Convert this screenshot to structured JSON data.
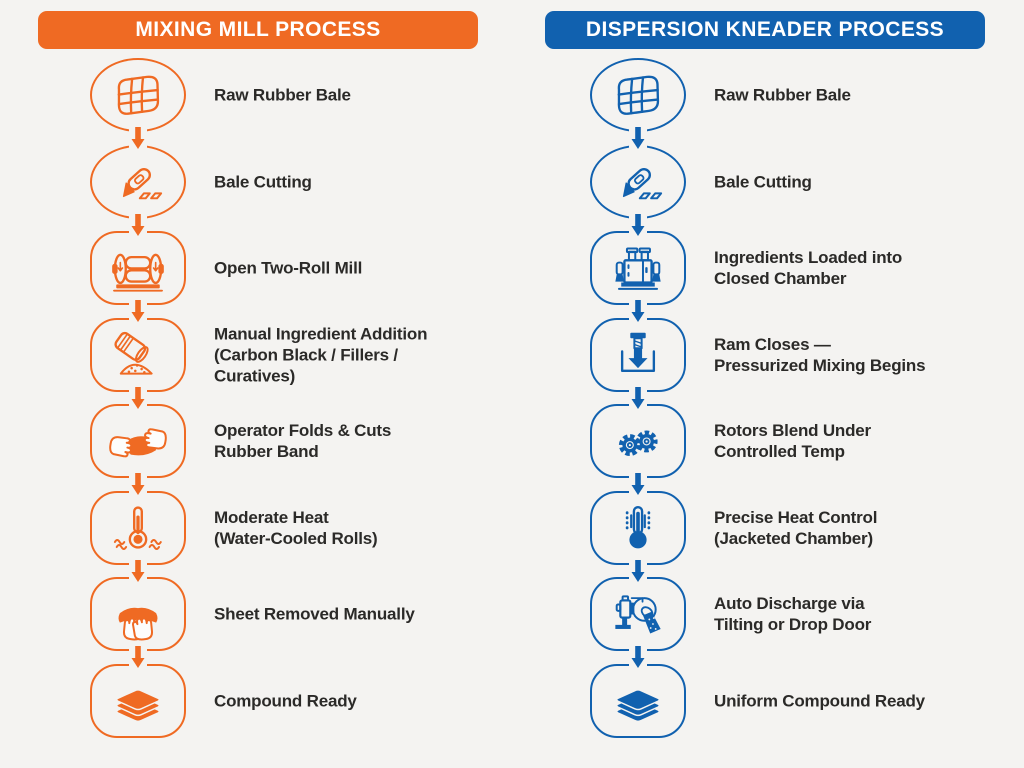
{
  "page": {
    "background_color": "#f4f3f1",
    "text_color": "#2b2a28"
  },
  "columns": [
    {
      "title": "MIXING MILL PROCESS",
      "accent_color": "#ef6a23",
      "steps": [
        {
          "icon": "rubber-bale-icon",
          "lines": [
            "Raw Rubber Bale"
          ]
        },
        {
          "icon": "bale-cutter-icon",
          "lines": [
            "Bale Cutting"
          ]
        },
        {
          "icon": "two-roll-mill-icon",
          "lines": [
            "Open Two-Roll Mill"
          ]
        },
        {
          "icon": "ingredient-pour-icon",
          "lines": [
            "Manual Ingredient Addition",
            "(Carbon Black / Fillers / Curatives)"
          ]
        },
        {
          "icon": "hands-fold-icon",
          "lines": [
            "Operator Folds & Cuts",
            "Rubber Band"
          ]
        },
        {
          "icon": "thermometer-waves-icon",
          "lines": [
            "Moderate Heat",
            "(Water-Cooled Rolls)"
          ]
        },
        {
          "icon": "hands-stretch-icon",
          "lines": [
            "Sheet Removed Manually"
          ]
        },
        {
          "icon": "compound-stack-icon",
          "lines": [
            "Compound Ready"
          ]
        }
      ]
    },
    {
      "title": "DISPERSION KNEADER PROCESS",
      "accent_color": "#1161af",
      "steps": [
        {
          "icon": "rubber-bale-icon",
          "lines": [
            "Raw Rubber Bale"
          ]
        },
        {
          "icon": "bale-cutter-icon",
          "lines": [
            "Bale Cutting"
          ]
        },
        {
          "icon": "closed-chamber-icon",
          "lines": [
            "Ingredients Loaded into",
            "Closed Chamber"
          ]
        },
        {
          "icon": "ram-press-icon",
          "lines": [
            "Ram Closes —",
            "Pressurized Mixing Begins"
          ]
        },
        {
          "icon": "rotors-icon",
          "lines": [
            "Rotors Blend Under",
            "Controlled Temp"
          ]
        },
        {
          "icon": "thermometer-jacket-icon",
          "lines": [
            "Precise Heat Control",
            "(Jacketed Chamber)"
          ]
        },
        {
          "icon": "auto-discharge-icon",
          "lines": [
            "Auto Discharge via",
            "Tilting or Drop Door"
          ]
        },
        {
          "icon": "compound-stack-icon",
          "lines": [
            "Uniform Compound Ready"
          ]
        }
      ]
    }
  ]
}
